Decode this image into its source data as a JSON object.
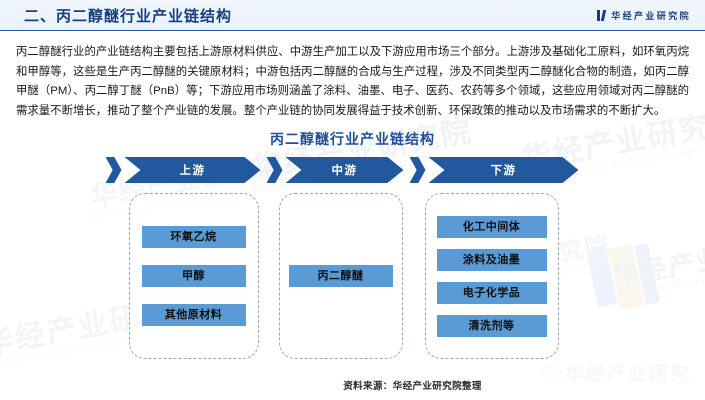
{
  "header": {
    "title": "二、丙二醇醚行业产业链结构",
    "brand": "华经产业研究院",
    "brand_icon": "double-bar-logo-icon"
  },
  "body": {
    "paragraph": "丙二醇醚行业的产业链结构主要包括上游原材料供应、中游生产加工以及下游应用市场三个部分。上游涉及基础化工原料，如环氧丙烷和甲醇等，这些是生产丙二醇醚的关键原材料；中游包括丙二醇醚的合成与生产过程，涉及不同类型丙二醇醚化合物的制造，如丙二醇甲醚（PM）、丙二醇丁醚（PnB）等；下游应用市场则涵盖了涂料、油墨、电子、医药、农药等多个领域，这些应用领域对丙二醇醚的需求量不断增长，推动了整个产业链的发展。整个产业链的协同发展得益于技术创新、环保政策的推动以及市场需求的不断扩大。"
  },
  "chart_data": {
    "type": "diagram",
    "title": "丙二醇醚行业产业链结构",
    "stages": [
      {
        "label": "上游",
        "nodes": [
          "环氧乙烷",
          "甲醇",
          "其他原材料"
        ]
      },
      {
        "label": "中游",
        "nodes": [
          "丙二醇醚"
        ]
      },
      {
        "label": "下游",
        "nodes": [
          "化工中间体",
          "涂料及油墨",
          "电子化学品",
          "清洗剂等"
        ]
      }
    ],
    "colors": {
      "banner": "#22589e",
      "node": "#5b9bd5",
      "title": "#1f4f9c",
      "container_border": "#9aa6b5"
    }
  },
  "footer": {
    "source": "资料来源：华经产业研究院整理",
    "watermark_text": "华经产业研究",
    "watermark_icon": "weibo-icon"
  },
  "watermarks": {
    "text": "华经产业研究院",
    "subtext": "HUAJING INDUSTRY RESEARCH INSTITUTE"
  }
}
